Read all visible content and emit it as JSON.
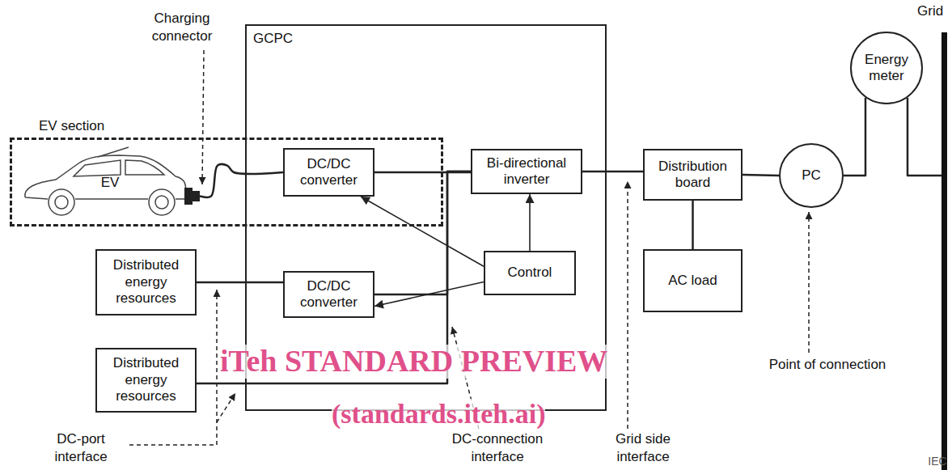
{
  "diagram": {
    "nodes": [
      {
        "text": [
          "GCPC"
        ]
      },
      {
        "text": [
          "EV section"
        ]
      },
      {
        "text": [
          "EV"
        ],
        "in": 1
      },
      {
        "text": [
          "DC/DC converter"
        ],
        "in": 0
      },
      {
        "text": [
          "Bi-directional inverter"
        ],
        "in": 0
      },
      {
        "text": [
          "DC/DC converter"
        ],
        "in": 0
      },
      {
        "text": [
          "Control"
        ],
        "in": 0
      },
      {
        "text": [
          "Distributed energy resources"
        ]
      },
      {
        "text": [
          "Distributed energy resources"
        ]
      },
      {
        "text": [
          "Distribution board"
        ]
      },
      {
        "text": [
          "AC load"
        ]
      },
      {
        "text": [
          "PC"
        ]
      },
      {
        "text": [
          "Energy meter"
        ]
      },
      {
        "text": [
          "Grid"
        ]
      }
    ],
    "edges": [
      {
        "from": 2,
        "to": 3,
        "arrow": "none"
      },
      {
        "from": 3,
        "to": 4,
        "arrow": "none"
      },
      {
        "from": 7,
        "to": 5,
        "arrow": "none"
      },
      {
        "from": 5,
        "to": 4,
        "arrow": "none"
      },
      {
        "from": 8,
        "to": 4,
        "arrow": "none"
      },
      {
        "from": 6,
        "to": 3,
        "arrow": "to"
      },
      {
        "from": 6,
        "to": 5,
        "arrow": "to"
      },
      {
        "from": 6,
        "to": 4,
        "arrow": "to"
      },
      {
        "from": 4,
        "to": 9,
        "arrow": "none"
      },
      {
        "from": 9,
        "to": 10,
        "arrow": "none"
      },
      {
        "from": 9,
        "to": 11,
        "arrow": "none"
      },
      {
        "from": 11,
        "to": 12,
        "arrow": "none"
      },
      {
        "from": 12,
        "to": 13,
        "arrow": "none"
      }
    ],
    "labels": [
      "Charging connector",
      "DC-port interface",
      "DC-connection interface",
      "Grid side interface",
      "Point of connection",
      "iTeh STANDARD PREVIEW",
      "(standards.iteh.ai)",
      "IEC"
    ]
  }
}
